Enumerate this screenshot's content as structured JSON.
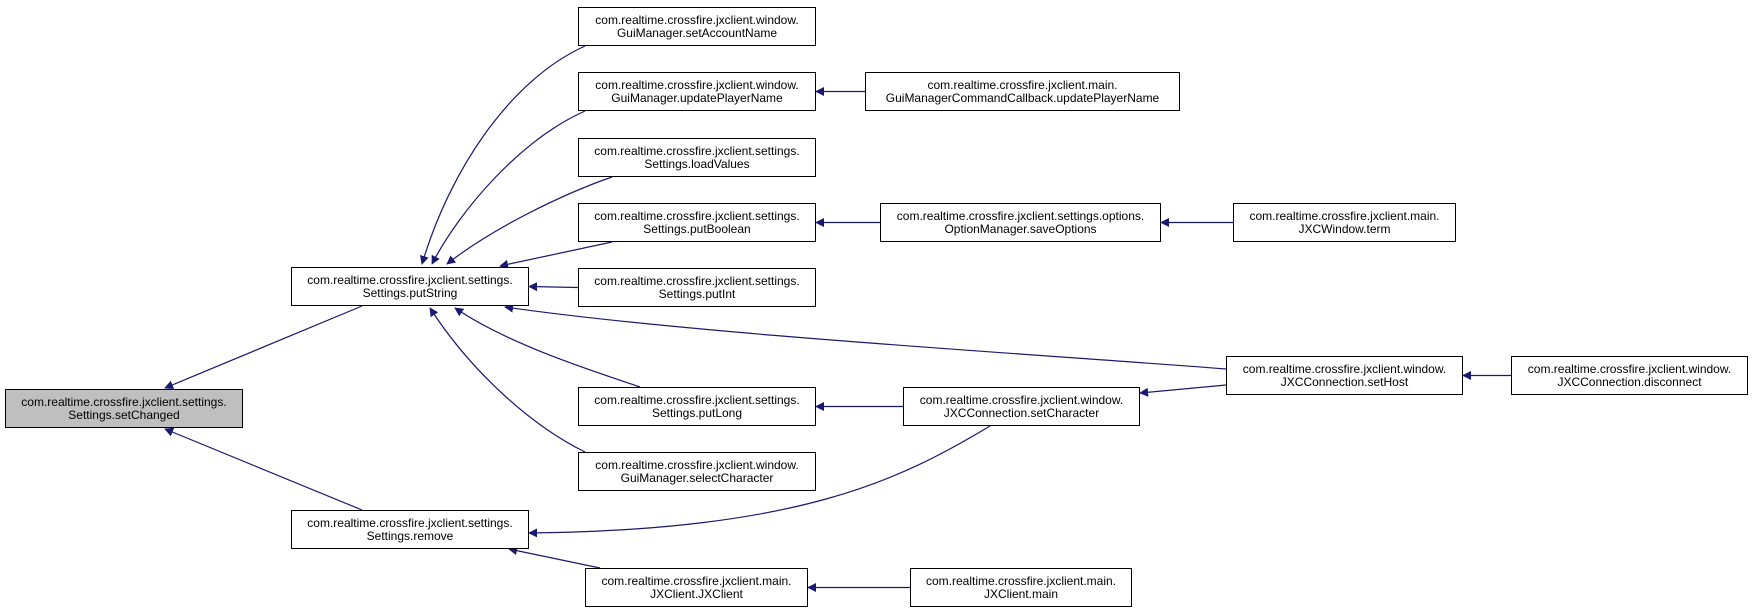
{
  "diagram": {
    "edge_color": "#191970",
    "focus_fill": "#bfbfbf",
    "nodes": [
      {
        "id": "setChanged",
        "line1": "com.realtime.crossfire.jxclient.settings.",
        "line2": "Settings.setChanged",
        "focus": true
      },
      {
        "id": "putString",
        "line1": "com.realtime.crossfire.jxclient.settings.",
        "line2": "Settings.putString"
      },
      {
        "id": "remove",
        "line1": "com.realtime.crossfire.jxclient.settings.",
        "line2": "Settings.remove"
      },
      {
        "id": "setAccountName",
        "line1": "com.realtime.crossfire.jxclient.window.",
        "line2": "GuiManager.setAccountName"
      },
      {
        "id": "updatePlayerName",
        "line1": "com.realtime.crossfire.jxclient.window.",
        "line2": "GuiManager.updatePlayerName"
      },
      {
        "id": "loadValues",
        "line1": "com.realtime.crossfire.jxclient.settings.",
        "line2": "Settings.loadValues"
      },
      {
        "id": "putBoolean",
        "line1": "com.realtime.crossfire.jxclient.settings.",
        "line2": "Settings.putBoolean"
      },
      {
        "id": "putInt",
        "line1": "com.realtime.crossfire.jxclient.settings.",
        "line2": "Settings.putInt"
      },
      {
        "id": "putLong",
        "line1": "com.realtime.crossfire.jxclient.settings.",
        "line2": "Settings.putLong"
      },
      {
        "id": "selectCharacter",
        "line1": "com.realtime.crossfire.jxclient.window.",
        "line2": "GuiManager.selectCharacter"
      },
      {
        "id": "jxclientCtor",
        "line1": "com.realtime.crossfire.jxclient.main.",
        "line2": "JXClient.JXClient"
      },
      {
        "id": "cbUpdatePlayerName",
        "line1": "com.realtime.crossfire.jxclient.main.",
        "line2": "GuiManagerCommandCallback.updatePlayerName"
      },
      {
        "id": "saveOptions",
        "line1": "com.realtime.crossfire.jxclient.settings.options.",
        "line2": "OptionManager.saveOptions"
      },
      {
        "id": "setCharacter",
        "line1": "com.realtime.crossfire.jxclient.window.",
        "line2": "JXCConnection.setCharacter"
      },
      {
        "id": "jxclientMain",
        "line1": "com.realtime.crossfire.jxclient.main.",
        "line2": "JXClient.main"
      },
      {
        "id": "term",
        "line1": "com.realtime.crossfire.jxclient.main.",
        "line2": "JXCWindow.term"
      },
      {
        "id": "setHost",
        "line1": "com.realtime.crossfire.jxclient.window.",
        "line2": "JXCConnection.setHost"
      },
      {
        "id": "disconnect",
        "line1": "com.realtime.crossfire.jxclient.window.",
        "line2": "JXCConnection.disconnect"
      }
    ],
    "edges": [
      [
        "putString",
        "setChanged"
      ],
      [
        "remove",
        "setChanged"
      ],
      [
        "setAccountName",
        "putString"
      ],
      [
        "updatePlayerName",
        "putString"
      ],
      [
        "loadValues",
        "putString"
      ],
      [
        "putBoolean",
        "putString"
      ],
      [
        "putInt",
        "putString"
      ],
      [
        "putLong",
        "putString"
      ],
      [
        "selectCharacter",
        "putString"
      ],
      [
        "setHost",
        "putString"
      ],
      [
        "setCharacter",
        "remove"
      ],
      [
        "jxclientCtor",
        "remove"
      ],
      [
        "cbUpdatePlayerName",
        "updatePlayerName"
      ],
      [
        "saveOptions",
        "putBoolean"
      ],
      [
        "term",
        "saveOptions"
      ],
      [
        "setCharacter",
        "putLong"
      ],
      [
        "setHost",
        "setCharacter"
      ],
      [
        "disconnect",
        "setHost"
      ],
      [
        "jxclientMain",
        "jxclientCtor"
      ]
    ]
  }
}
